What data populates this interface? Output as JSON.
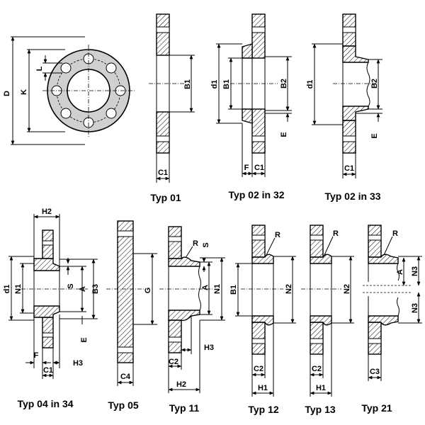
{
  "drawings": {
    "plan_view": {
      "labels": {
        "D": "D",
        "K": "K",
        "L": "L"
      }
    },
    "typ01": {
      "caption": "Typ 01",
      "labels": {
        "B1": "B1",
        "C1": "C1"
      }
    },
    "typ02_32": {
      "caption": "Typ 02 in 32",
      "labels": {
        "d1": "d1",
        "B1": "B1",
        "B2": "B2",
        "E": "E",
        "F": "F",
        "C1": "C1"
      }
    },
    "typ02_33": {
      "caption": "Typ 02 in 33",
      "labels": {
        "d1": "d1",
        "B2": "B2",
        "E": "E",
        "C1": "C1"
      }
    },
    "typ04_34": {
      "caption": "Typ 04 in 34",
      "labels": {
        "H2": "H2",
        "d1": "d1",
        "N1": "N1",
        "S": "S",
        "A": "A",
        "B3": "B3",
        "E": "E",
        "F": "F",
        "C1": "C1",
        "H3": "H3"
      }
    },
    "typ05": {
      "caption": "Typ 05",
      "labels": {
        "G": "G",
        "C4": "C4"
      }
    },
    "typ11": {
      "caption": "Typ 11",
      "labels": {
        "R": "R",
        "S": "S",
        "A": "A",
        "N1": "N1",
        "H3": "H3",
        "C2": "C2",
        "H2": "H2"
      }
    },
    "typ12": {
      "caption": "Typ 12",
      "labels": {
        "R": "R",
        "B1": "B1",
        "N2": "N2",
        "C2": "C2",
        "H1": "H1"
      }
    },
    "typ13": {
      "caption": "Typ 13",
      "labels": {
        "R": "R",
        "N2": "N2",
        "C2": "C2",
        "H1": "H1"
      }
    },
    "typ21": {
      "caption": "Typ 21",
      "labels": {
        "R": "R",
        "N3_top": "N3",
        "A": "A",
        "N3_bottom": "N3",
        "C3": "C3"
      }
    }
  }
}
